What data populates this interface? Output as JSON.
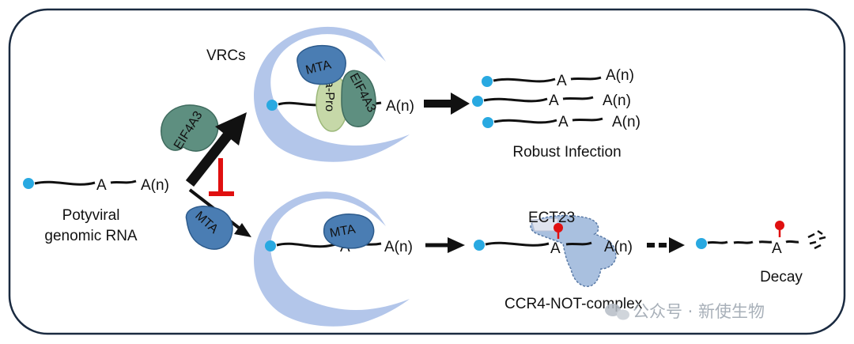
{
  "labels": {
    "vrcs": "VRCs",
    "a": "A",
    "an": "A(n)",
    "eif4a3": "EIF4A3",
    "mta": "MTA",
    "nia_pro": "NIa-Pro",
    "potyviral_line1": "Potyviral",
    "potyviral_line2": "genomic RNA",
    "robust_infection": "Robust Infection",
    "ect23": "ECT23",
    "ccr4_not": "CCR4-NOT-complex",
    "decay": "Decay"
  },
  "watermark": "公众号 · 新使生物",
  "colors": {
    "vrc_ring": "#b3c6ea",
    "cap": "#29a9e1",
    "mta_fill": "#4a7db3",
    "eif_fill": "#5e8f80",
    "nia_fill": "#c6d8a8",
    "inhibit": "#e01010",
    "ect_pin": "#e01010",
    "ccr4_fill": "#a9c0df",
    "frame": "#1a2a40"
  }
}
